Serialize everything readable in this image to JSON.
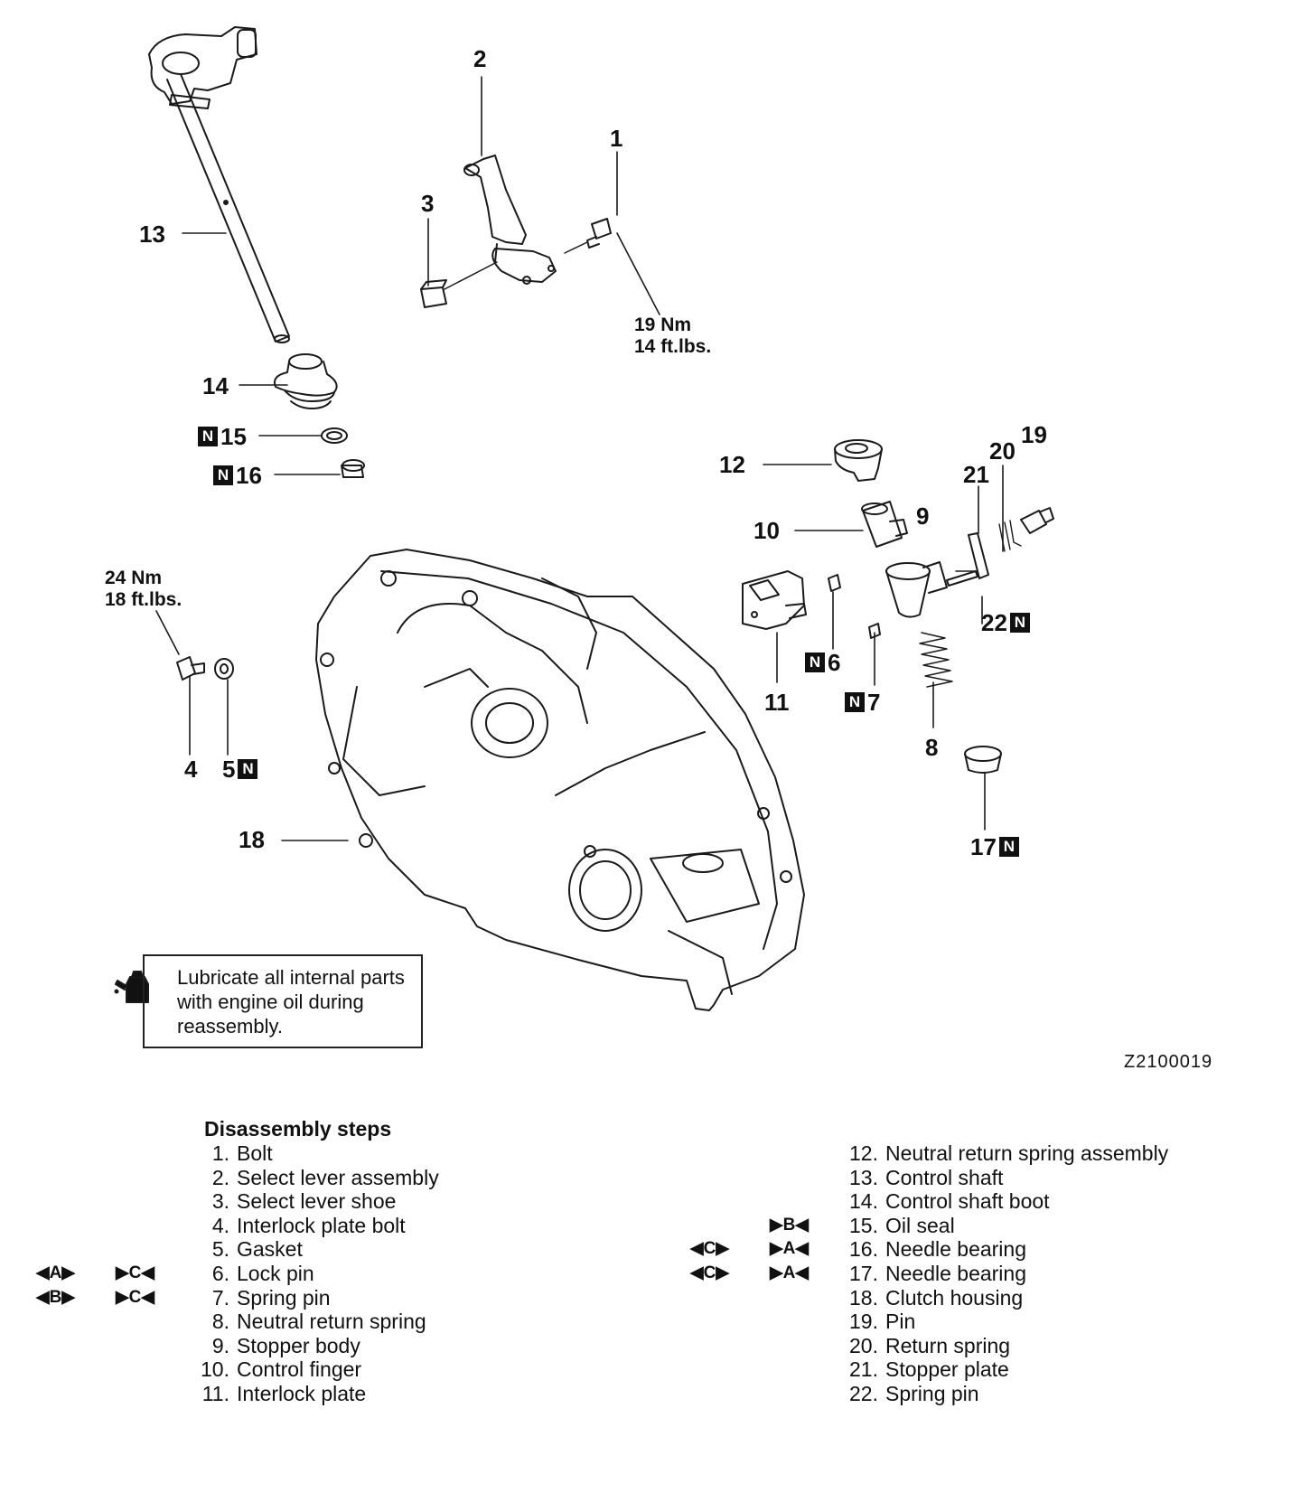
{
  "callouts": {
    "c1": "1",
    "c2": "2",
    "c3": "3",
    "c4": "4",
    "c5": "5",
    "c6": "6",
    "c7": "7",
    "c8": "8",
    "c9": "9",
    "c10": "10",
    "c11": "11",
    "c12": "12",
    "c13": "13",
    "c14": "14",
    "c15": "15",
    "c16": "16",
    "c17": "17",
    "c18": "18",
    "c19": "19",
    "c20": "20",
    "c21": "21",
    "c22": "22",
    "new_part_mark": "N"
  },
  "torque": {
    "bolt1_nm": "19 Nm",
    "bolt1_ftlbs": "14 ft.lbs.",
    "bolt4_nm": "24 Nm",
    "bolt4_ftlbs": "18 ft.lbs."
  },
  "note": {
    "text": "Lubricate all internal parts with engine oil during reassembly.",
    "icon": "oil-can-icon"
  },
  "figure_code": "Z2100019",
  "steps": {
    "title": "Disassembly steps",
    "left": [
      {
        "num": "1.",
        "label": "Bolt",
        "m1": "",
        "m2": ""
      },
      {
        "num": "2.",
        "label": "Select lever assembly",
        "m1": "",
        "m2": ""
      },
      {
        "num": "3.",
        "label": "Select lever shoe",
        "m1": "",
        "m2": ""
      },
      {
        "num": "4.",
        "label": "Interlock plate bolt",
        "m1": "",
        "m2": ""
      },
      {
        "num": "5.",
        "label": "Gasket",
        "m1": "",
        "m2": ""
      },
      {
        "num": "6.",
        "label": "Lock pin",
        "m1": "◀A▶",
        "m2": "▶C◀"
      },
      {
        "num": "7.",
        "label": "Spring pin",
        "m1": "◀B▶",
        "m2": "▶C◀"
      },
      {
        "num": "8.",
        "label": "Neutral return spring",
        "m1": "",
        "m2": ""
      },
      {
        "num": "9.",
        "label": "Stopper body",
        "m1": "",
        "m2": ""
      },
      {
        "num": "10.",
        "label": "Control finger",
        "m1": "",
        "m2": ""
      },
      {
        "num": "11.",
        "label": "Interlock plate",
        "m1": "",
        "m2": ""
      }
    ],
    "right": [
      {
        "num": "12.",
        "label": "Neutral return spring assembly",
        "m1": "",
        "m2": ""
      },
      {
        "num": "13.",
        "label": "Control shaft",
        "m1": "",
        "m2": ""
      },
      {
        "num": "14.",
        "label": "Control shaft boot",
        "m1": "",
        "m2": ""
      },
      {
        "num": "15.",
        "label": "Oil seal",
        "m1": "",
        "m2": "▶B◀"
      },
      {
        "num": "16.",
        "label": "Needle bearing",
        "m1": "◀C▶",
        "m2": "▶A◀"
      },
      {
        "num": "17.",
        "label": "Needle bearing",
        "m1": "◀C▶",
        "m2": "▶A◀"
      },
      {
        "num": "18.",
        "label": "Clutch housing",
        "m1": "",
        "m2": ""
      },
      {
        "num": "19.",
        "label": "Pin",
        "m1": "",
        "m2": ""
      },
      {
        "num": "20.",
        "label": "Return spring",
        "m1": "",
        "m2": ""
      },
      {
        "num": "21.",
        "label": "Stopper plate",
        "m1": "",
        "m2": ""
      },
      {
        "num": "22.",
        "label": "Spring pin",
        "m1": "",
        "m2": ""
      }
    ]
  }
}
